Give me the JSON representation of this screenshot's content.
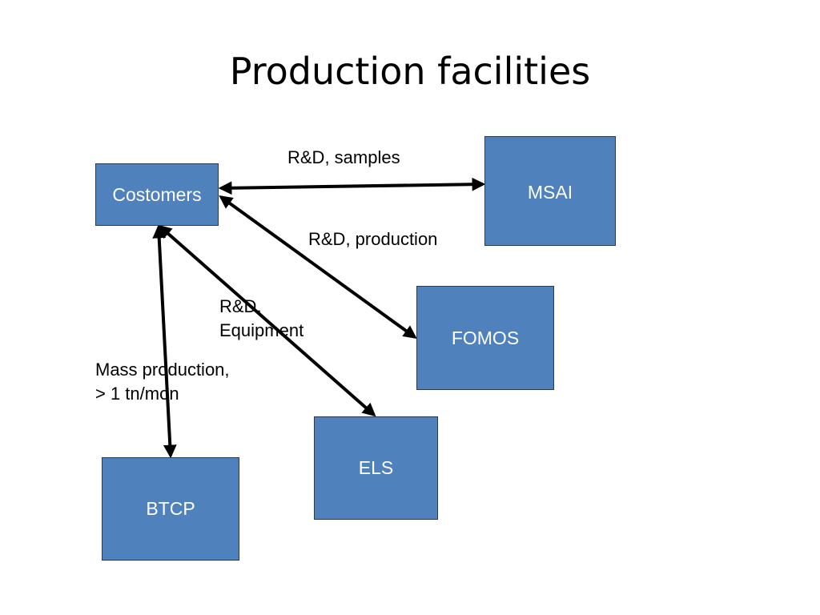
{
  "slide": {
    "title": "Production facilities"
  },
  "nodes": {
    "customers": "Costomers",
    "msai": "MSAI",
    "fomos": "FOMOS",
    "els": "ELS",
    "btcp": "BTCP"
  },
  "edges": {
    "samples": "R&D, samples",
    "production": "R&D, production",
    "equipment": "R&D,\nEquipment",
    "mass": "Mass production,\n> 1 tn/mon"
  },
  "colors": {
    "box_fill": "#4f81bd",
    "box_text": "#ffffff",
    "arrow": "#000000"
  }
}
